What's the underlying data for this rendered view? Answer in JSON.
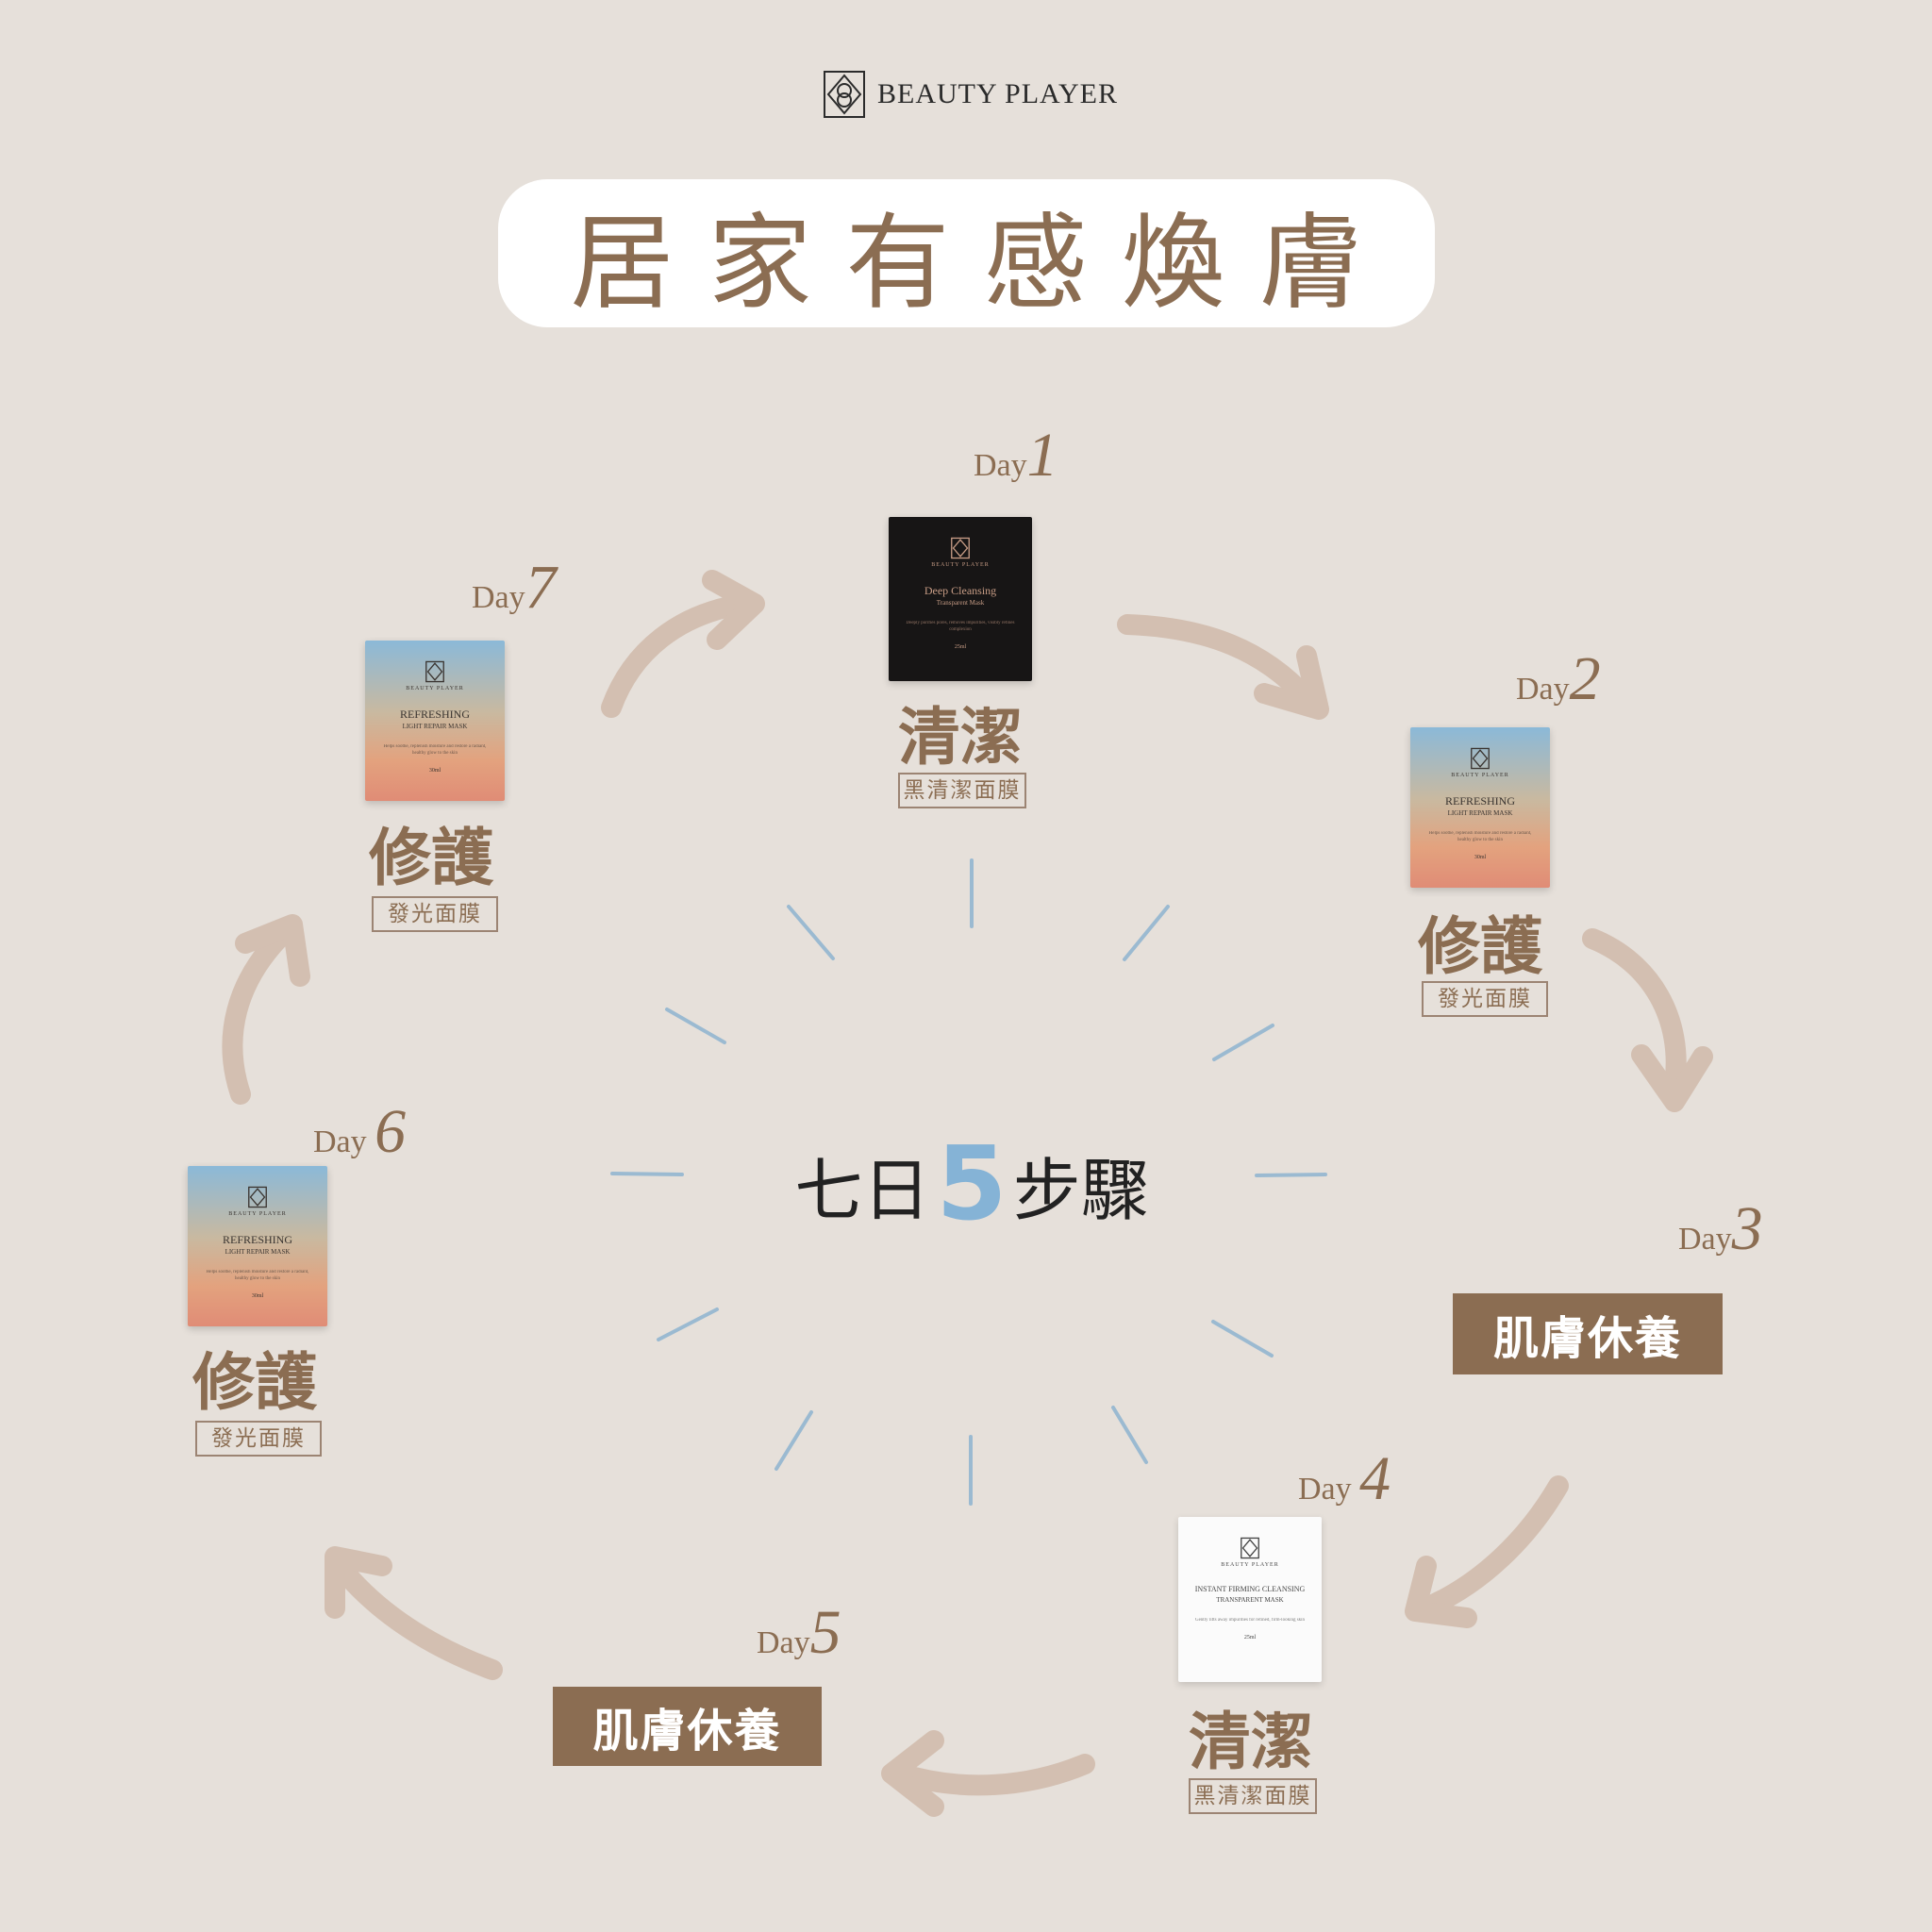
{
  "brand": {
    "name": "BEAUTY PLAYER",
    "icon": "beauty-player-logo-icon"
  },
  "title": "居家有感煥膚",
  "center": {
    "prefix": "七日",
    "number": "5",
    "suffix": "步驟"
  },
  "days": [
    {
      "word": "Day",
      "num": "1"
    },
    {
      "word": "Day",
      "num": "2"
    },
    {
      "word": "Day",
      "num": "3"
    },
    {
      "word": "Day ",
      "num": "4"
    },
    {
      "word": "Day",
      "num": "5"
    },
    {
      "word": "Day ",
      "num": "6"
    },
    {
      "word": "Day",
      "num": "7"
    }
  ],
  "steps": {
    "cleanse": "清潔",
    "repair": "修護",
    "rest": "肌膚休養"
  },
  "tags": {
    "black_mask": "黑清潔面膜",
    "glow_mask": "發光面膜"
  },
  "packages": {
    "deep_cleansing": {
      "brand": "BEAUTY PLAYER",
      "title": "Deep Cleansing",
      "subtitle": "Transparent Mask",
      "small": "Deeply purifies pores, removes impurities, visibly refines complexion",
      "vol": "25ml"
    },
    "refreshing": {
      "brand": "BEAUTY PLAYER",
      "title": "REFRESHING",
      "subtitle": "LIGHT REPAIR MASK",
      "small": "Helps soothe, replenish moisture and restore a radiant, healthy glow to the skin",
      "vol": "30ml"
    },
    "instant_firming": {
      "brand": "BEAUTY PLAYER",
      "title": "INSTANT FIRMING CLEANSING",
      "subtitle": "TRANSPARENT MASK",
      "small": "Gently lifts away impurities for refined, firm-looking skin",
      "vol": "25ml"
    }
  },
  "colors": {
    "background": "#e6e0da",
    "accent_brown": "#8b6d52",
    "arrow": "#d3bfb1",
    "ray_blue": "#9bbad1",
    "number_blue": "#85b3d6"
  }
}
